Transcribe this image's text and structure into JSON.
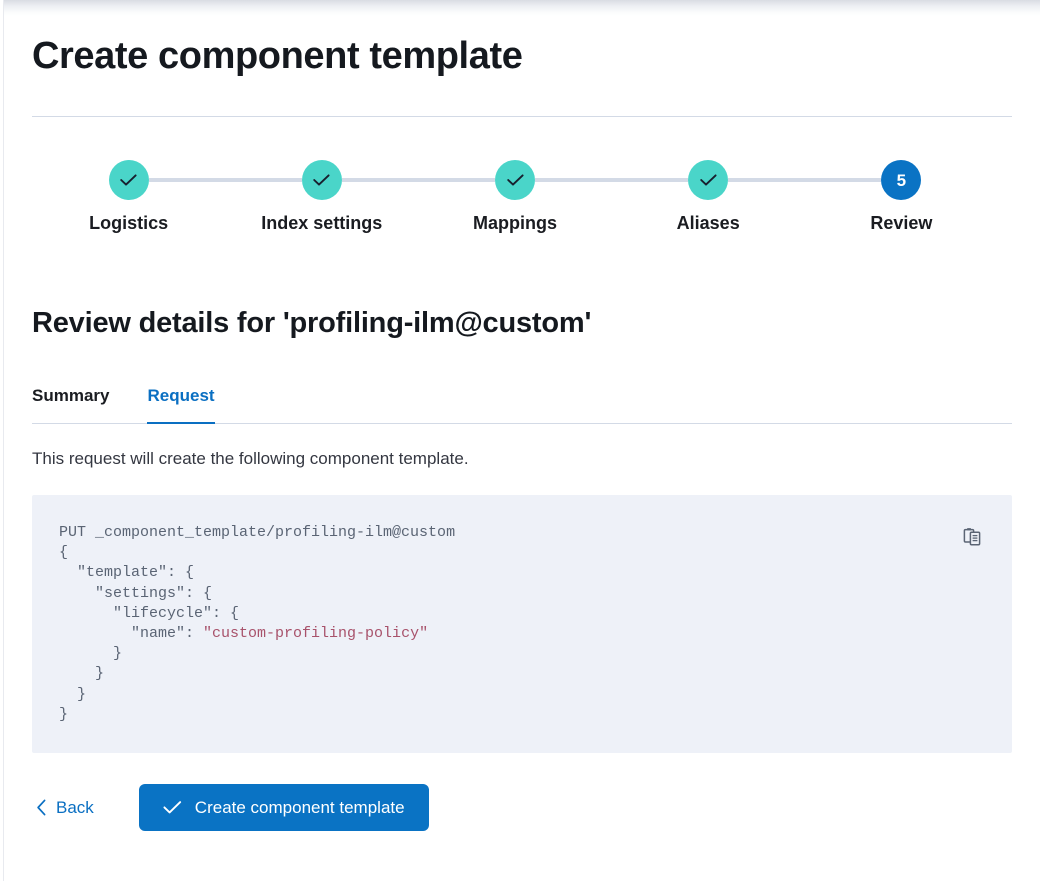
{
  "page": {
    "title": "Create component template"
  },
  "stepper": {
    "steps": [
      {
        "label": "Logistics",
        "state": "done",
        "icon": "check-icon"
      },
      {
        "label": "Index settings",
        "state": "done",
        "icon": "check-icon"
      },
      {
        "label": "Mappings",
        "state": "done",
        "icon": "check-icon"
      },
      {
        "label": "Aliases",
        "state": "done",
        "icon": "check-icon"
      },
      {
        "label": "Review",
        "state": "current",
        "number": "5"
      }
    ],
    "colors": {
      "done": "#4ad5c9",
      "current": "#0a73c4",
      "connector": "#d3dae6"
    }
  },
  "review": {
    "heading": "Review details for 'profiling-ilm@custom'",
    "tabs": [
      {
        "label": "Summary",
        "active": false
      },
      {
        "label": "Request",
        "active": true
      }
    ],
    "description": "This request will create the following component template.",
    "code": {
      "copy_icon": "clipboard-copy-icon",
      "lines": [
        {
          "text": "PUT _component_template/profiling-ilm@custom"
        },
        {
          "text": "{"
        },
        {
          "text": "  \"template\": {"
        },
        {
          "text": "    \"settings\": {"
        },
        {
          "text": "      \"lifecycle\": {"
        },
        {
          "prefix": "        \"name\": ",
          "string": "\"custom-profiling-policy\""
        },
        {
          "text": "      }"
        },
        {
          "text": "    }"
        },
        {
          "text": "  }"
        },
        {
          "text": "}"
        }
      ],
      "string_color": "#a8526b",
      "background": "#eef1f8"
    }
  },
  "footer": {
    "back_label": "Back",
    "back_icon": "chevron-left-icon",
    "submit_label": "Create component template",
    "submit_icon": "check-icon",
    "submit_color": "#0a73c4"
  }
}
